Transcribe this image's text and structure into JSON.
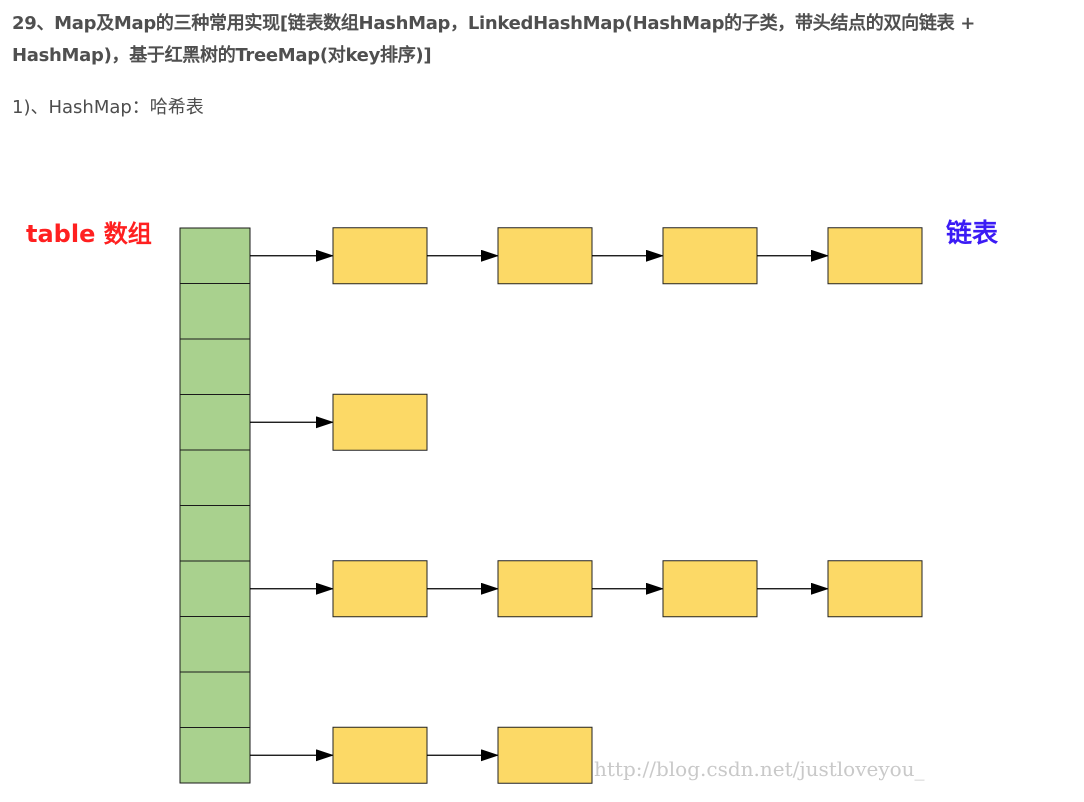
{
  "article": {
    "heading": "29、Map及Map的三种常用实现[链表数组HashMap，LinkedHashMap(HashMap的子类，带头结点的双向链表 + HashMap)，基于红黑树的TreeMap(对key排序)]",
    "subheading": "1)、HashMap：哈希表"
  },
  "diagram": {
    "table_label": "table 数组",
    "list_label": "链表",
    "watermark": "http://blog.csdn.net/justloveyou_",
    "table_slot_count": 10,
    "chains": [
      {
        "slot": 0,
        "nodes": 4
      },
      {
        "slot": 3,
        "nodes": 1
      },
      {
        "slot": 6,
        "nodes": 4
      },
      {
        "slot": 9,
        "nodes": 2
      }
    ],
    "colors": {
      "table_fill": "#a9d18e",
      "node_fill": "#fcd966",
      "table_label": "#ff2020",
      "list_label": "#3b1bf5",
      "line": "#000000"
    }
  }
}
